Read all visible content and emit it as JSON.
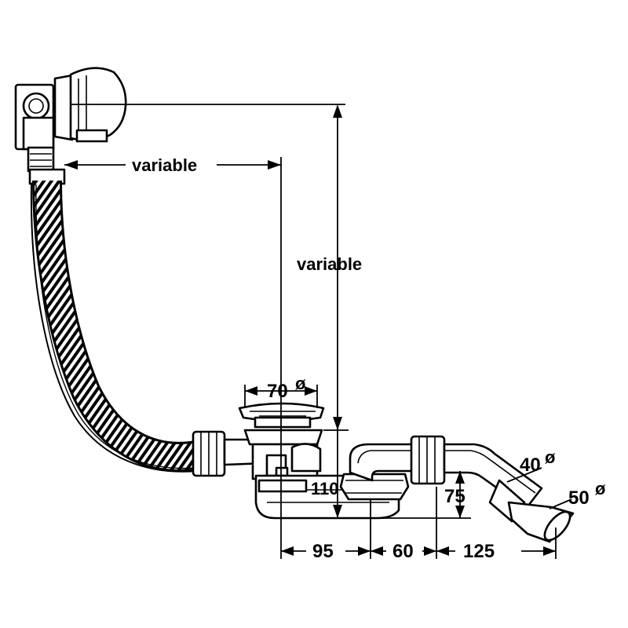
{
  "labels": {
    "variable_horizontal": "variable",
    "variable_vertical": "variable",
    "dim_70": "70",
    "dim_110": "110",
    "dim_75": "75",
    "dim_95": "95",
    "dim_60": "60",
    "dim_125": "125",
    "dim_40": "40",
    "dim_50": "50",
    "diameter_symbol": "ø"
  }
}
